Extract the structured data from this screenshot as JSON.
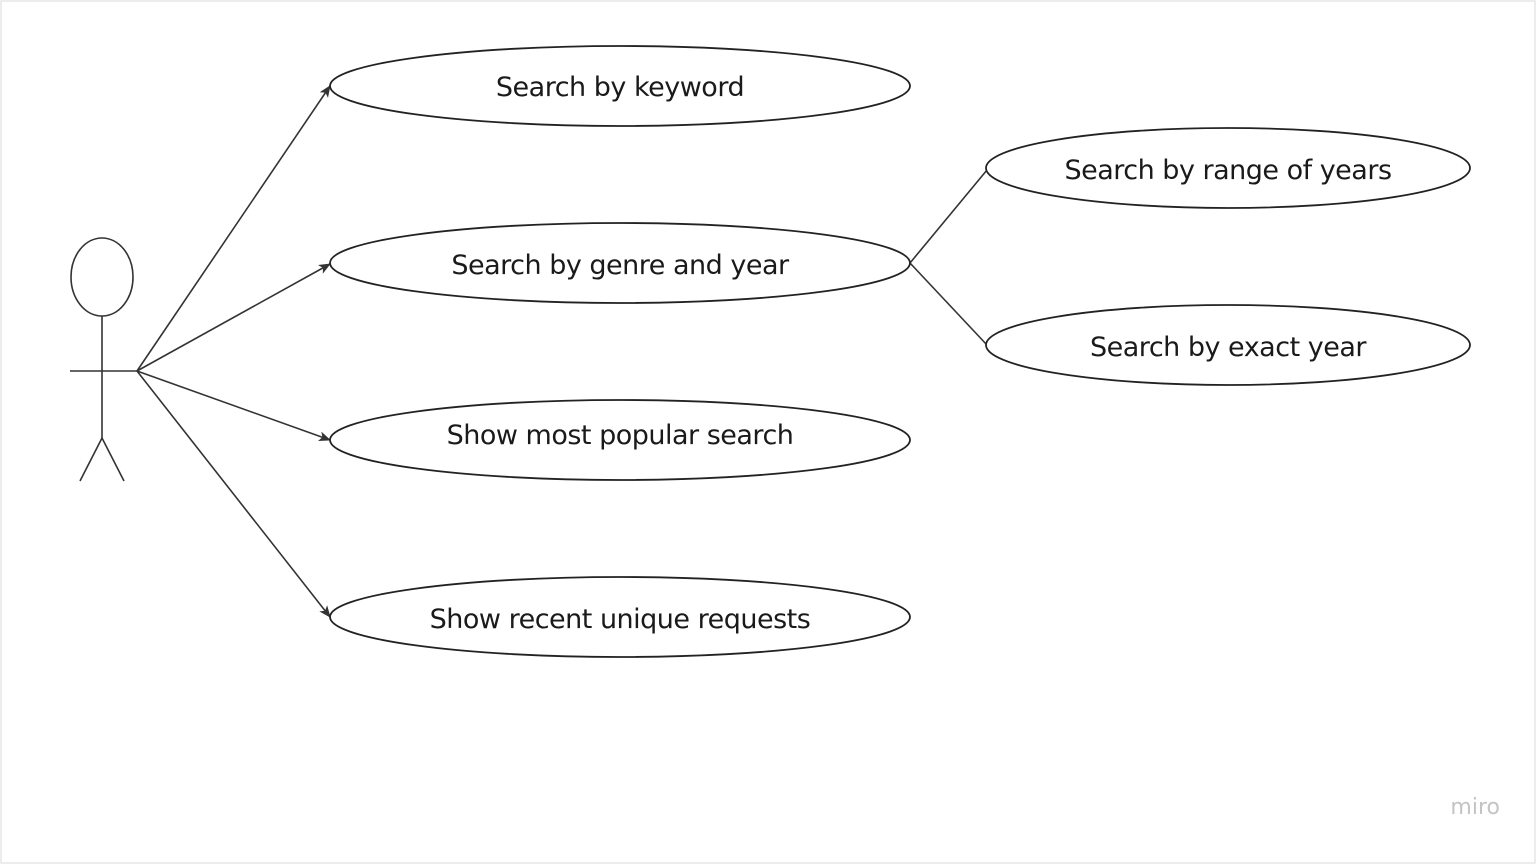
{
  "diagram": {
    "actor": {
      "icon": "stick-figure-icon"
    },
    "use_cases": [
      {
        "id": "keyword",
        "label": "Search by keyword"
      },
      {
        "id": "genre_year",
        "label": "Search by genre and year"
      },
      {
        "id": "popular",
        "label": "Show most popular search"
      },
      {
        "id": "recent",
        "label": "Show recent unique requests"
      },
      {
        "id": "range_years",
        "label": "Search by range of years"
      },
      {
        "id": "exact_year",
        "label": "Search by exact year"
      }
    ],
    "connections": [
      {
        "from": "actor",
        "to": "keyword",
        "arrow": true
      },
      {
        "from": "actor",
        "to": "genre_year",
        "arrow": true
      },
      {
        "from": "actor",
        "to": "popular",
        "arrow": true
      },
      {
        "from": "actor",
        "to": "recent",
        "arrow": true
      },
      {
        "from": "genre_year",
        "to": "range_years",
        "arrow": false
      },
      {
        "from": "genre_year",
        "to": "exact_year",
        "arrow": false
      }
    ]
  },
  "watermark": "miro",
  "colors": {
    "line": "#333333",
    "text": "#1a1a1a",
    "watermark": "#c4c4c4",
    "background": "#ffffff"
  }
}
